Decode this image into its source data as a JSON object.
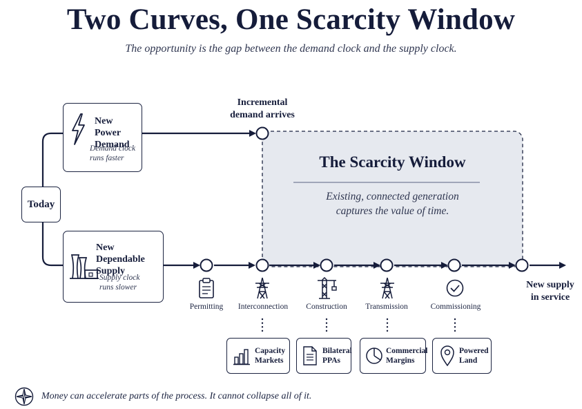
{
  "header": {
    "title": "Two Curves, One Scarcity Window",
    "subtitle": "The opportunity is the gap between the demand clock and the supply clock."
  },
  "today": {
    "label": "Today"
  },
  "demand": {
    "title_line1": "New Power",
    "title_line2": "Demand",
    "note_line1": "Demand clock",
    "note_line2": "runs faster",
    "icon": "lightning-bolt-icon",
    "arrival_line1": "Incremental",
    "arrival_line2": "demand arrives"
  },
  "supply": {
    "title_line1": "New Dependable",
    "title_line2": "Supply",
    "note_line1": "Supply clock",
    "note_line2": "runs slower",
    "icon": "power-plant-icon",
    "end_line1": "New supply",
    "end_line2": "in service"
  },
  "window": {
    "title": "The Scarcity Window",
    "text_line1": "Existing, connected generation",
    "text_line2": "captures the value of time."
  },
  "stages": [
    {
      "label": "Permitting",
      "icon": "clipboard-icon"
    },
    {
      "label": "Interconnection",
      "icon": "transmission-tower-icon"
    },
    {
      "label": "Construction",
      "icon": "crane-icon"
    },
    {
      "label": "Transmission",
      "icon": "transmission-tower-icon"
    },
    {
      "label": "Commissioning",
      "icon": "checkmark-circle-icon"
    }
  ],
  "levers": [
    {
      "line1": "Capacity",
      "line2": "Markets",
      "icon": "bar-chart-icon"
    },
    {
      "line1": "Bilateral",
      "line2": "PPAs",
      "icon": "document-icon"
    },
    {
      "line1": "Commercial",
      "line2": "Margins",
      "icon": "pie-chart-icon"
    },
    {
      "line1": "Powered",
      "line2": "Land",
      "icon": "location-pin-icon"
    }
  ],
  "footer": {
    "text": "Money can accelerate parts of the process. It cannot collapse all of it.",
    "icon": "compass-icon"
  },
  "colors": {
    "ink": "#151c3a",
    "window_fill": "#e6e9ef"
  }
}
